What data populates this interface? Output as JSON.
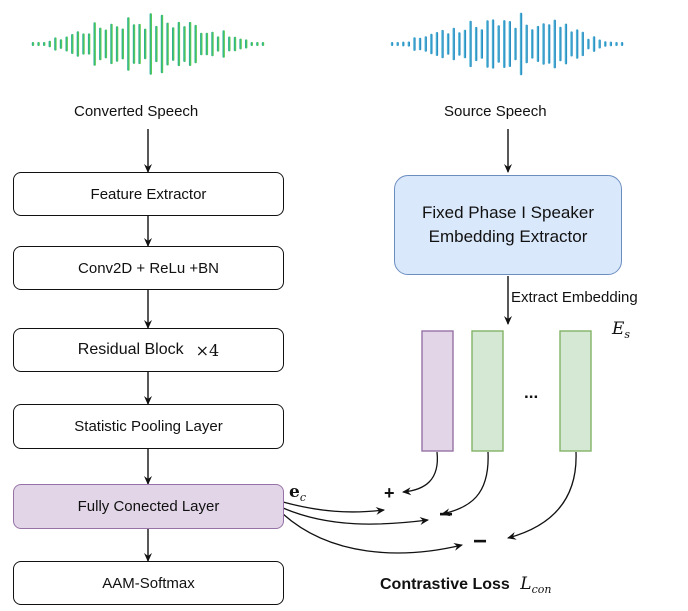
{
  "left": {
    "wave_label": "Converted Speech",
    "blocks": {
      "feature_extractor": "Feature Extractor",
      "conv": "Conv2D + ReLu +BN",
      "residual": "Residual Block",
      "residual_mult": "×4",
      "pooling": "Statistic Pooling Layer",
      "fc": "Fully Conected Layer",
      "softmax": "AAM-Softmax"
    }
  },
  "right": {
    "wave_label": "Source Speech",
    "extractor_line1": "Fixed Phase I Speaker",
    "extractor_line2": "Embedding Extractor",
    "extract_label": "Extract Embedding",
    "es_main": "E",
    "es_sub": "s",
    "ellipsis": "..."
  },
  "loss": {
    "ec_main": "e",
    "ec_sub": "c",
    "plus": "+",
    "minus1": "−",
    "minus2": "−",
    "title": "Contrastive Loss",
    "lcon_main": "L",
    "lcon_sub": "con"
  },
  "colors": {
    "left_wave_start": "#1fa8a0",
    "left_wave_end": "#6fcf3a",
    "right_wave_start": "#4fb3d9",
    "right_wave_end": "#1a7fb8",
    "purple_fill": "#e1d5e7",
    "purple_stroke": "#9673a6",
    "green_fill": "#d5e8d4",
    "green_stroke": "#82b366",
    "blue_fill": "#dae8fc",
    "blue_stroke": "#6c8ebf"
  }
}
